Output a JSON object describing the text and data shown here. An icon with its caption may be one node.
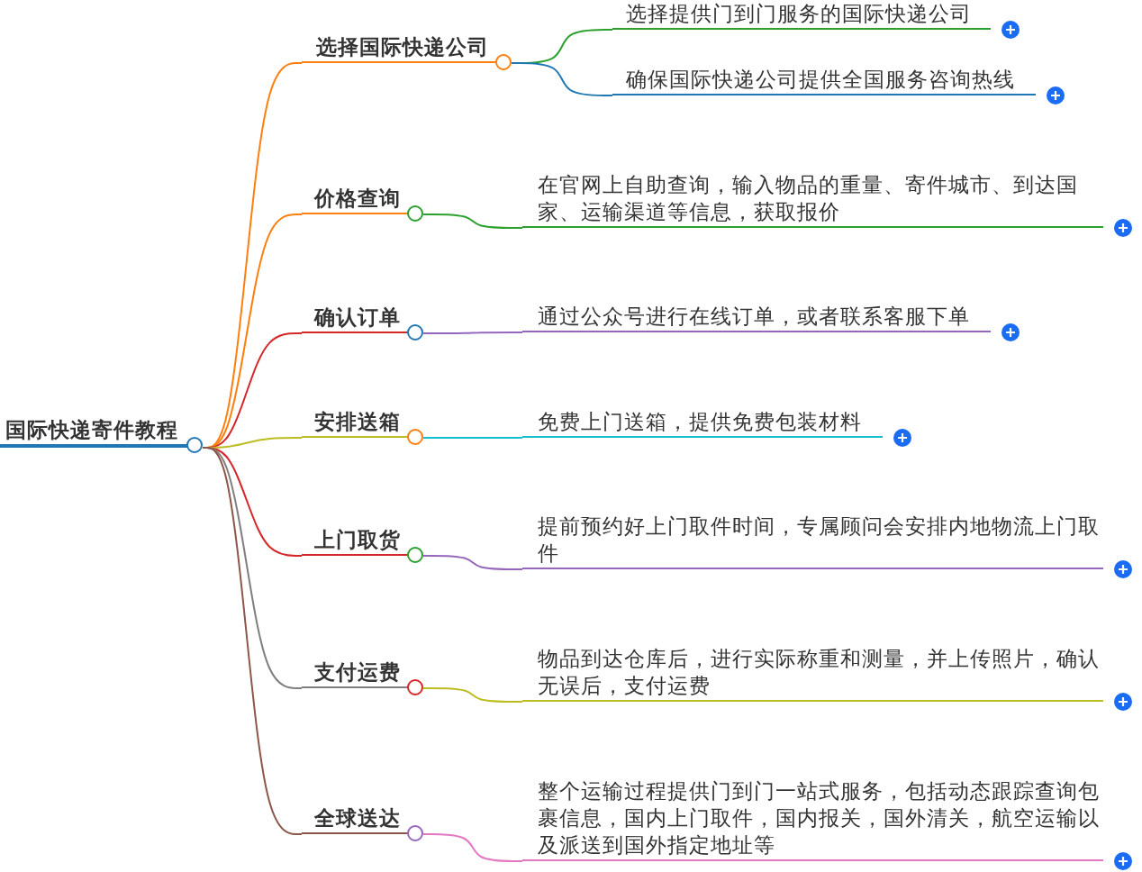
{
  "diagram": {
    "nodes": [
      {
        "text": [
          "国际快递寄件教程"
        ]
      },
      {
        "text": [
          "选择国际快递公司"
        ]
      },
      {
        "text": [
          "选择提供门到门服务的国际快递公司"
        ]
      },
      {
        "text": [
          "确保国际快递公司提供全国服务咨询热线"
        ]
      },
      {
        "text": [
          "价格查询"
        ]
      },
      {
        "text": [
          "在官网上自助查询，输入物品的重量、寄件城市、到达国家、运输渠道等信息，获取报价"
        ]
      },
      {
        "text": [
          "确认订单"
        ]
      },
      {
        "text": [
          "通过公众号进行在线订单，或者联系客服下单"
        ]
      },
      {
        "text": [
          "安排送箱"
        ]
      },
      {
        "text": [
          "免费上门送箱，提供免费包装材料"
        ]
      },
      {
        "text": [
          "上门取货"
        ]
      },
      {
        "text": [
          "提前预约好上门取件时间，专属顾问会安排内地物流上门取件"
        ]
      },
      {
        "text": [
          "支付运费"
        ]
      },
      {
        "text": [
          "物品到达仓库后，进行实际称重和测量，并上传照片，确认无误后，支付运费"
        ]
      },
      {
        "text": [
          "全球送达"
        ]
      },
      {
        "text": [
          "整个运输过程提供门到门一站式服务，包括动态跟踪查询包裹信息，国内上门取件，国内报关，国外清关，航空运输以及派送到国外指定地址等"
        ]
      }
    ],
    "edges": [
      {
        "from": 0,
        "to": 1,
        "arrow": "none",
        "color": "#ff7f0e"
      },
      {
        "from": 0,
        "to": 4,
        "arrow": "none",
        "color": "#ff7f0e"
      },
      {
        "from": 0,
        "to": 6,
        "arrow": "none",
        "color": "#d62728"
      },
      {
        "from": 0,
        "to": 8,
        "arrow": "none",
        "color": "#bcbd22"
      },
      {
        "from": 0,
        "to": 10,
        "arrow": "none",
        "color": "#d62728"
      },
      {
        "from": 0,
        "to": 12,
        "arrow": "none",
        "color": "#7f7f7f"
      },
      {
        "from": 0,
        "to": 14,
        "arrow": "none",
        "color": "#8c564b"
      },
      {
        "from": 1,
        "to": 2,
        "arrow": "none",
        "color": "#2ca02c"
      },
      {
        "from": 1,
        "to": 3,
        "arrow": "none",
        "color": "#1f77b4"
      },
      {
        "from": 4,
        "to": 5,
        "arrow": "none",
        "color": "#2ca02c"
      },
      {
        "from": 6,
        "to": 7,
        "arrow": "none",
        "color": "#9467bd"
      },
      {
        "from": 8,
        "to": 9,
        "arrow": "none",
        "color": "#17becf"
      },
      {
        "from": 10,
        "to": 11,
        "arrow": "none",
        "color": "#9467bd"
      },
      {
        "from": 12,
        "to": 13,
        "arrow": "none",
        "color": "#bcbd22"
      },
      {
        "from": 14,
        "to": 15,
        "arrow": "none",
        "color": "#e377c2"
      }
    ]
  }
}
